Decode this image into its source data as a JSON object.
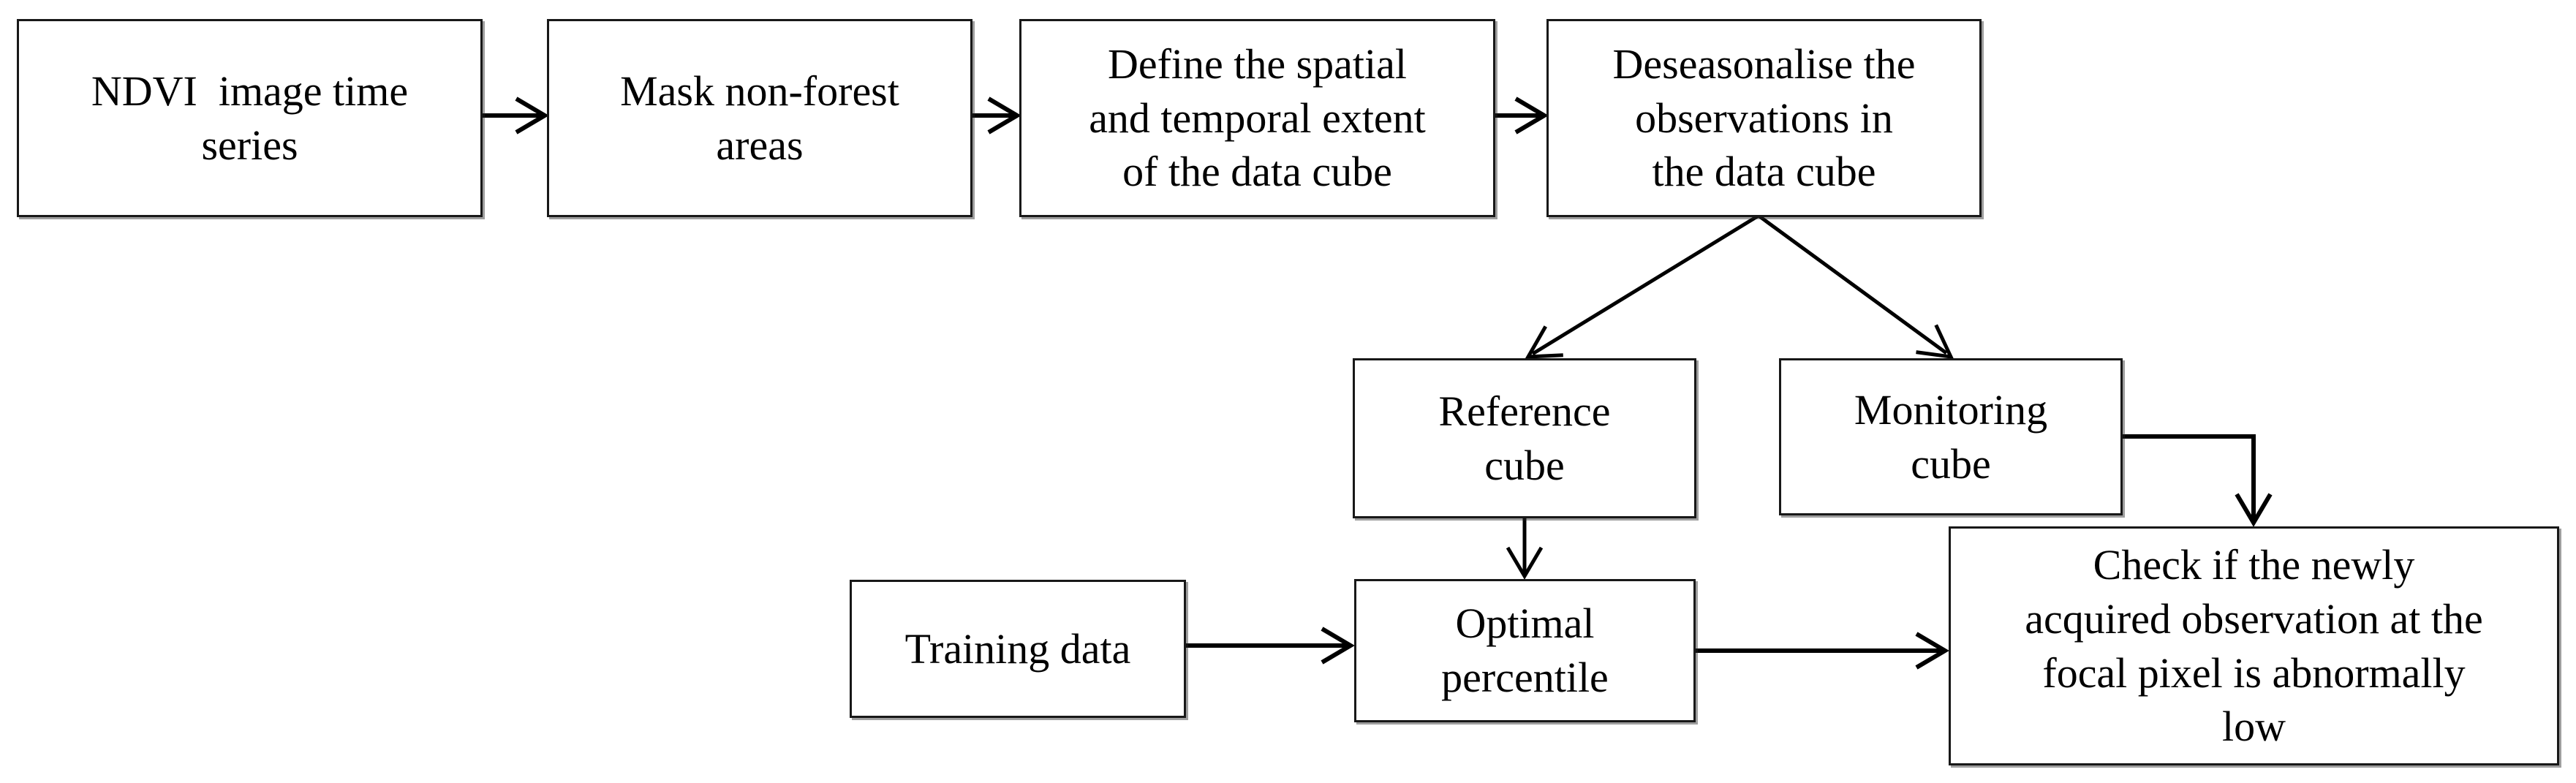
{
  "figure": {
    "type": "flowchart",
    "colors": {
      "background": "#ffffff",
      "box_fill": "#ffffff",
      "box_border": "#181818",
      "line": "#000000",
      "text": "#000000"
    },
    "nodes": {
      "ndvi": {
        "label": "NDVI  image time\nseries"
      },
      "mask": {
        "label": "Mask non-forest\nareas"
      },
      "define": {
        "label": "Define the spatial\nand temporal extent\nof the data cube"
      },
      "deseasonalise": {
        "label": "Deseasonalise the\nobservations in\nthe data cube"
      },
      "reference": {
        "label": "Reference\ncube"
      },
      "monitoring": {
        "label": "Monitoring\ncube"
      },
      "training": {
        "label": "Training data"
      },
      "optimal": {
        "label": "Optimal\npercentile"
      },
      "check": {
        "label": "Check if the newly\nacquired observation at the\nfocal pixel is abnormally\nlow"
      }
    },
    "edges": [
      {
        "from": "ndvi",
        "to": "mask"
      },
      {
        "from": "mask",
        "to": "define"
      },
      {
        "from": "define",
        "to": "deseasonalise"
      },
      {
        "from": "deseasonalise",
        "to": "reference"
      },
      {
        "from": "deseasonalise",
        "to": "monitoring"
      },
      {
        "from": "reference",
        "to": "optimal"
      },
      {
        "from": "training",
        "to": "optimal"
      },
      {
        "from": "optimal",
        "to": "check"
      },
      {
        "from": "monitoring",
        "to": "check"
      }
    ]
  }
}
